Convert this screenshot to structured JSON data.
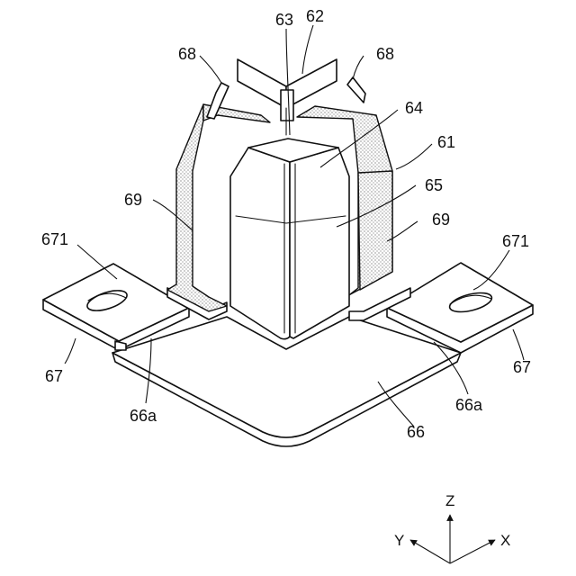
{
  "labels": {
    "l61": "61",
    "l62": "62",
    "l63": "63",
    "l64": "64",
    "l65": "65",
    "l66": "66",
    "l66a_left": "66a",
    "l66a_right": "66a",
    "l67_left": "67",
    "l67_right": "67",
    "l68_left": "68",
    "l68_right": "68",
    "l69_left": "69",
    "l69_right": "69",
    "l671_left": "671",
    "l671_right": "671"
  },
  "axes": {
    "z": "Z",
    "y": "Y",
    "x": "X"
  }
}
